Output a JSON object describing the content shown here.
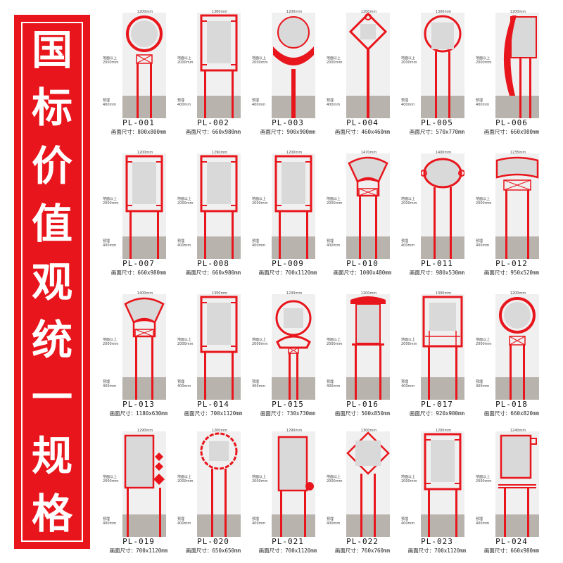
{
  "banner": {
    "chars": [
      "国",
      "标",
      "价",
      "值",
      "观",
      "统",
      "一",
      "规",
      "格"
    ],
    "color": "#e8161c"
  },
  "labels": {
    "height": "地面以上",
    "height_val": "2000mm",
    "buried": "预埋",
    "buried_val": "400mm",
    "spec_prefix": "画面尺寸："
  },
  "colors": {
    "frame": "#e8161c",
    "panel": "#d9d9d9",
    "ground": "#b8b3ad",
    "sky": "#f0f0f0"
  },
  "products": [
    {
      "code": "PL-001",
      "width": "1200mm",
      "spec": "800x800mm",
      "shape": "circle-ring"
    },
    {
      "code": "PL-002",
      "width": "1300mm",
      "spec": "660x980mm",
      "shape": "rect-lattice"
    },
    {
      "code": "PL-003",
      "width": "1200mm",
      "spec": "900x900mm",
      "shape": "circle-wings"
    },
    {
      "code": "PL-004",
      "width": "1200mm",
      "spec": "460x460mm",
      "shape": "chinese-knot"
    },
    {
      "code": "PL-005",
      "width": "1300mm",
      "spec": "570x770mm",
      "shape": "round-lattice"
    },
    {
      "code": "PL-006",
      "width": "1200mm",
      "spec": "660x980mm",
      "shape": "rect-swoosh"
    },
    {
      "code": "PL-007",
      "width": "1200mm",
      "spec": "660x980mm",
      "shape": "rect-corner"
    },
    {
      "code": "PL-008",
      "width": "1290mm",
      "spec": "660x980mm",
      "shape": "rect-ornate"
    },
    {
      "code": "PL-009",
      "width": "1200mm",
      "spec": "700x1120mm",
      "shape": "rect-side"
    },
    {
      "code": "PL-010",
      "width": "1470mm",
      "spec": "1000x480mm",
      "shape": "fan-arch"
    },
    {
      "code": "PL-011",
      "width": "1400mm",
      "spec": "980x530mm",
      "shape": "oval-rings"
    },
    {
      "code": "PL-012",
      "width": "1235mm",
      "spec": "950x520mm",
      "shape": "scroll"
    },
    {
      "code": "PL-013",
      "width": "1400mm",
      "spec": "1180x630mm",
      "shape": "fan-top"
    },
    {
      "code": "PL-014",
      "width": "1350mm",
      "spec": "700x1120mm",
      "shape": "rect-tall-lattice"
    },
    {
      "code": "PL-015",
      "width": "1230mm",
      "spec": "730x730mm",
      "shape": "circle-base"
    },
    {
      "code": "PL-016",
      "width": "1200mm",
      "spec": "500x850mm",
      "shape": "gate-roof"
    },
    {
      "code": "PL-017",
      "width": "1300mm",
      "spec": "920x900mm",
      "shape": "bamboo"
    },
    {
      "code": "PL-018",
      "width": "1200mm",
      "spec": "660x820mm",
      "shape": "circle-lattice"
    },
    {
      "code": "PL-019",
      "width": "1290mm",
      "spec": "700x1120mm",
      "shape": "rect-diamonds"
    },
    {
      "code": "PL-020",
      "width": "1200mm",
      "spec": "650x650mm",
      "shape": "cloud-round"
    },
    {
      "code": "PL-021",
      "width": "1290mm",
      "spec": "700x1120mm",
      "shape": "rect-ball"
    },
    {
      "code": "PL-022",
      "width": "1300mm",
      "spec": "760x760mm",
      "shape": "diamond-rect"
    },
    {
      "code": "PL-023",
      "width": "1200mm",
      "spec": "700x1120mm",
      "shape": "rect-steps"
    },
    {
      "code": "PL-024",
      "width": "1240mm",
      "spec": "660x980mm",
      "shape": "rect-meander"
    }
  ]
}
